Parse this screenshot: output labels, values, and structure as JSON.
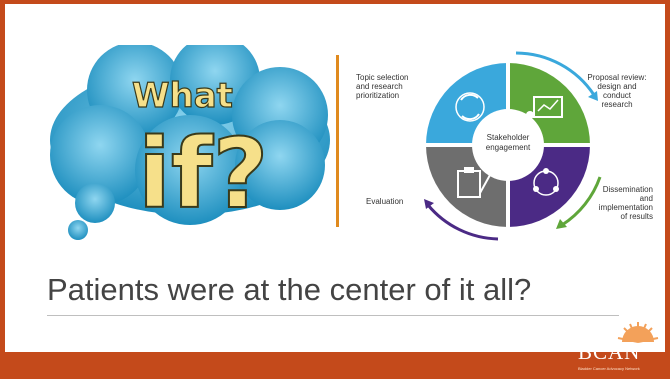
{
  "cloud": {
    "what": "What",
    "if": "if?"
  },
  "cycle": {
    "topic": "Topic selection\nand research\nprioritization",
    "proposal": "Proposal review:\ndesign and\nconduct\nresearch",
    "dissemination": "Dissemination\nand\nimplementation\nof results",
    "evaluation": "Evaluation",
    "center": "Stakeholder\nengagement"
  },
  "headline": "Patients were at the center of it all?",
  "logo": {
    "name": "BCAN",
    "tagline": "Bladder Cancer Advocacy Network"
  },
  "colors": {
    "frame": "#c44a1b",
    "accent": "#e08a1e",
    "cycle_blue": "#3aa8dc",
    "cycle_green": "#5fa63a",
    "cycle_purple": "#4b2a85",
    "cycle_gray": "#6e6e6e",
    "cloud": "#3fb3dd",
    "if_yellow": "#f6e08a"
  }
}
